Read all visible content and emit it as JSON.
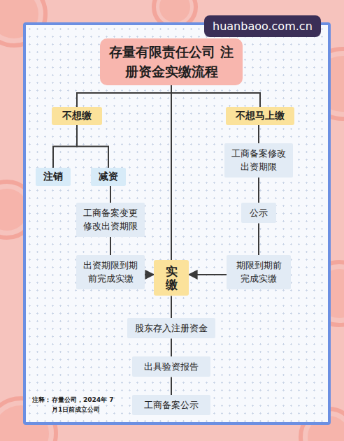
{
  "diagram": {
    "title": "存量有限责任公司 注册资金实缴流程",
    "nodes": [
      {
        "text": [
          "不想缴"
        ]
      },
      {
        "text": [
          "不想马上缴"
        ]
      },
      {
        "text": [
          "注销"
        ]
      },
      {
        "text": [
          "减资"
        ]
      },
      {
        "text": [
          "工商备案变更 修改出资期限"
        ]
      },
      {
        "text": [
          "工商备案修改 出资期限"
        ]
      },
      {
        "text": [
          "公示"
        ]
      },
      {
        "text": [
          "出资期限到期 前完成实缴"
        ]
      },
      {
        "text": [
          "实缴"
        ]
      },
      {
        "text": [
          "期限到期前 完成实缴"
        ]
      },
      {
        "text": [
          "股东存入注册资金"
        ]
      },
      {
        "text": [
          "出具验资报告"
        ]
      },
      {
        "text": [
          "工商备案公示"
        ]
      }
    ],
    "edges": [
      {
        "from": 0,
        "to": 2,
        "arrow": "none"
      },
      {
        "from": 0,
        "to": 3,
        "arrow": "none"
      },
      {
        "from": 3,
        "to": 4,
        "arrow": "none"
      },
      {
        "from": 4,
        "to": 7,
        "arrow": "none"
      },
      {
        "from": 7,
        "to": 8,
        "arrow": "to"
      },
      {
        "from": 1,
        "to": 5,
        "arrow": "none"
      },
      {
        "from": 5,
        "to": 6,
        "arrow": "none"
      },
      {
        "from": 6,
        "to": 9,
        "arrow": "none"
      },
      {
        "from": 9,
        "to": 8,
        "arrow": "to"
      },
      {
        "from": 8,
        "to": 10,
        "arrow": "none"
      },
      {
        "from": 10,
        "to": 11,
        "arrow": "none"
      },
      {
        "from": 11,
        "to": 12,
        "arrow": "none"
      }
    ],
    "labels": [
      "huanbaoo.com.cn",
      "注释：",
      "存量公司，2024年 7月1日前成立公司"
    ]
  }
}
